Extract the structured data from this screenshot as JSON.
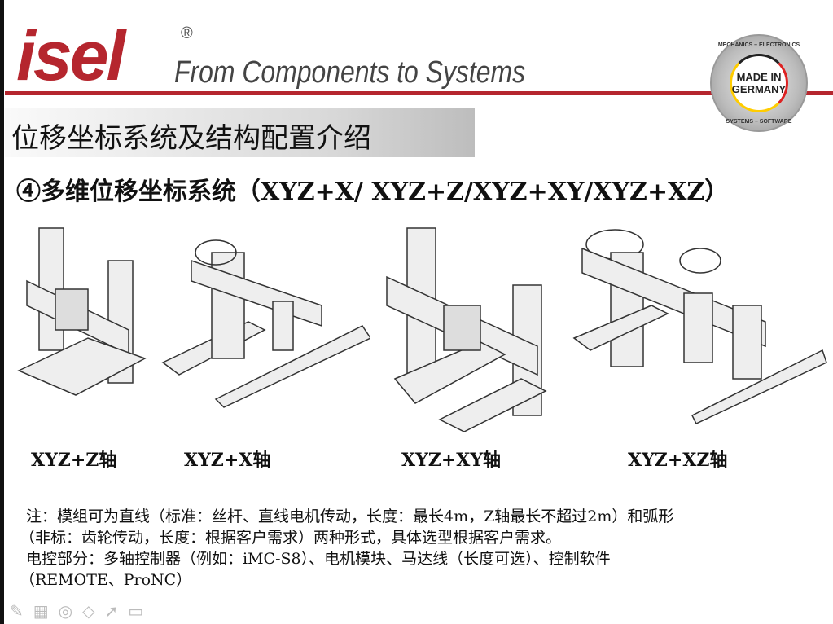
{
  "header": {
    "brand": "isel",
    "registered": "®",
    "slogan": "From Components to Systems",
    "seal_top": "MECHANICS – ELECTRONICS",
    "seal_center": "MADE IN GERMANY",
    "seal_bottom": "SYSTEMS – SOFTWARE",
    "accent_color": "#b5262e"
  },
  "slide": {
    "title": "位移坐标系统及结构配置介绍",
    "subtitle": "④多维位移坐标系统（XYZ+X/ XYZ+Z/XYZ+XY/XYZ+XZ）"
  },
  "figures": [
    {
      "caption": "XYZ+Z轴"
    },
    {
      "caption": "XYZ+X轴"
    },
    {
      "caption": "XYZ+XY轴"
    },
    {
      "caption": "XYZ+XZ轴"
    }
  ],
  "notes": [
    "注：模组可为直线（标准：丝杆、直线电机传动，长度：最长4m，Z轴最长不超过2m）和弧形",
    "（非标：齿轮传动，长度：根据客户需求）两种形式，具体选型根据客户需求。",
    "电控部分：多轴控制器（例如：iMC-S8）、电机模块、马达线（长度可选）、控制软件",
    "（REMOTE、ProNC）"
  ],
  "toolbar": [
    "pen-icon",
    "slides-icon",
    "pointer-circle-icon",
    "eraser-icon",
    "arrow-icon",
    "camera-icon"
  ]
}
